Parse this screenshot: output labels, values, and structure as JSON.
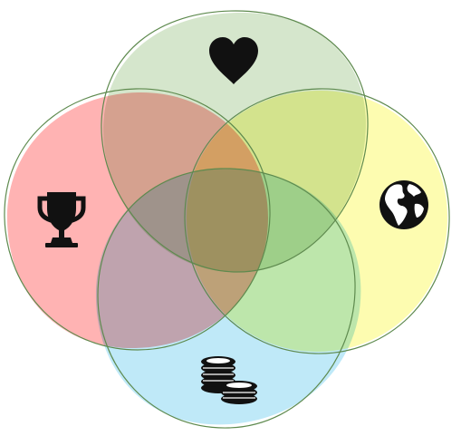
{
  "diagram": {
    "type": "four-set venn",
    "outline_color": "#5e8a4e",
    "icon_color": "#111111",
    "sets": [
      {
        "name": "heart-set",
        "icon": "heart-icon",
        "fill_color": "#d5e6cc"
      },
      {
        "name": "trophy-set",
        "icon": "trophy-icon",
        "fill_color": "#ffb3b3"
      },
      {
        "name": "globe-set",
        "icon": "globe-icon",
        "fill_color": "#fdfcb0"
      },
      {
        "name": "coins-set",
        "icon": "coins-icon",
        "fill_color": "#bfe9f8"
      }
    ]
  }
}
